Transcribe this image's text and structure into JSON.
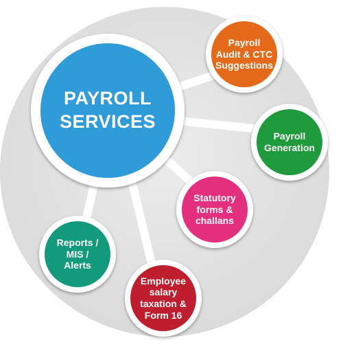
{
  "center": {
    "label_lines": [
      "PAYROLL",
      "SERVICES"
    ],
    "color": "#2f9bd8"
  },
  "satellites": [
    {
      "id": "audit",
      "label_lines": [
        "Payroll",
        "Audit & CTC",
        "Suggestions"
      ],
      "color": "#e46a1a"
    },
    {
      "id": "generation",
      "label_lines": [
        "Payroll",
        "Generation"
      ],
      "color": "#1f9a3c"
    },
    {
      "id": "statutory",
      "label_lines": [
        "Statutory",
        "forms &",
        "challans"
      ],
      "color": "#e42f7f"
    },
    {
      "id": "taxation",
      "label_lines": [
        "Employee",
        "salary",
        "taxation &",
        "Form 16"
      ],
      "color": "#be1e2d"
    },
    {
      "id": "reports",
      "label_lines": [
        "Reports /",
        "MIS /",
        "Alerts"
      ],
      "color": "#139a7c"
    }
  ],
  "background_disc_color": "#e3e3e3",
  "connector_color": "#ffffff"
}
